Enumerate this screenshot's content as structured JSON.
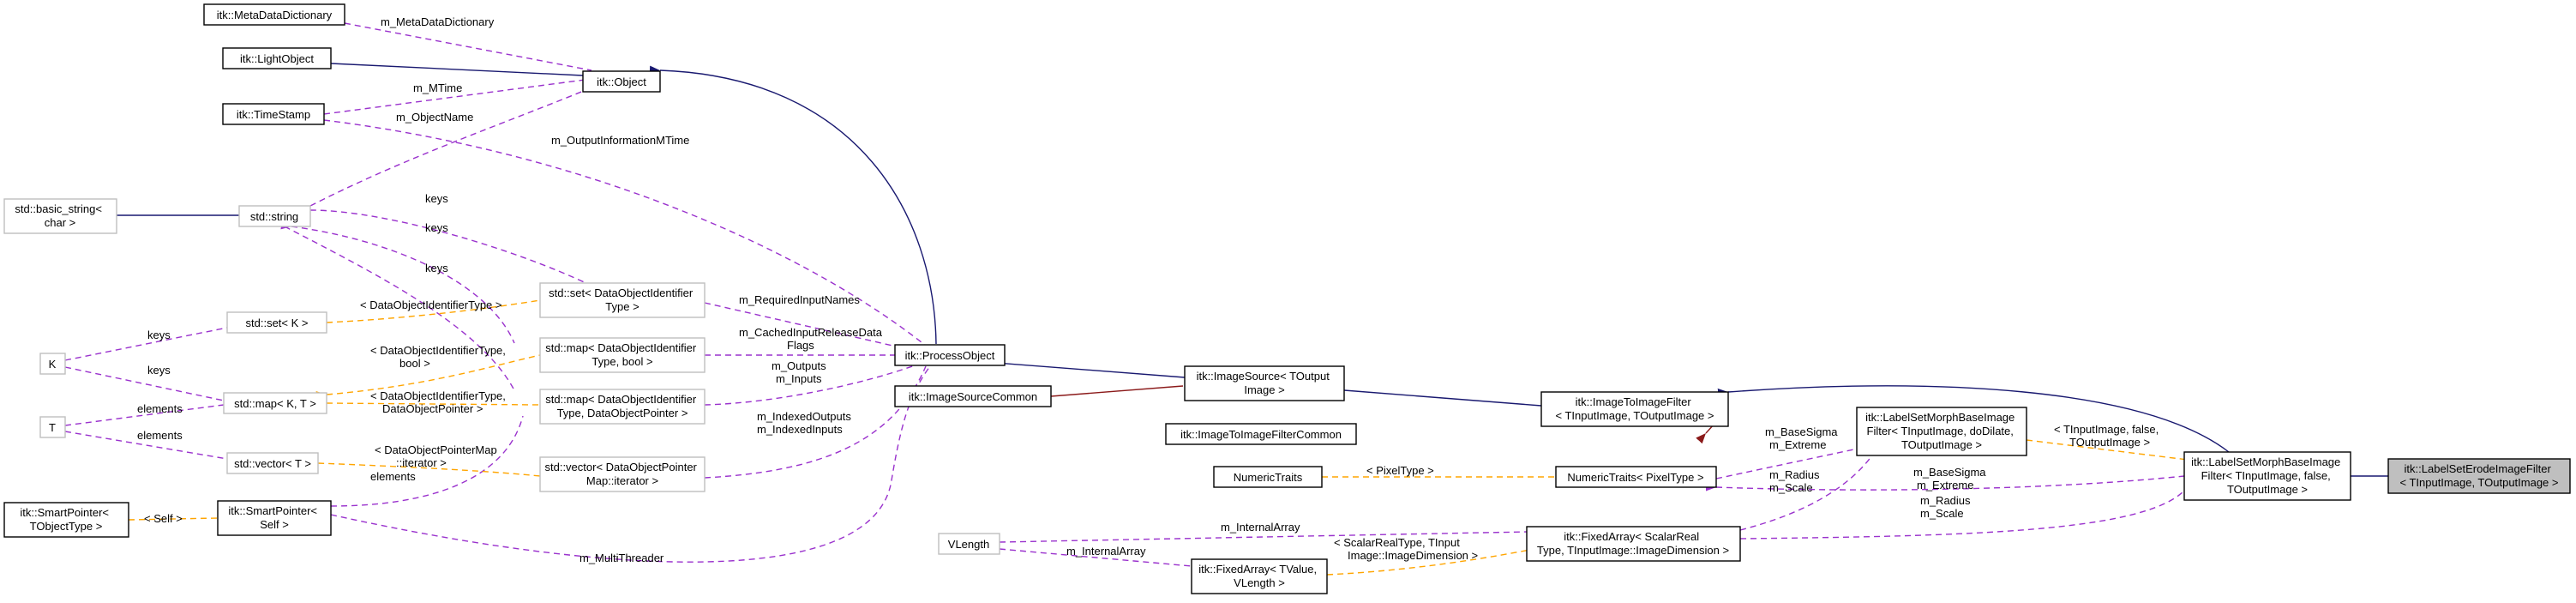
{
  "nodes": {
    "metadatadictionary": "itk::MetaDataDictionary",
    "lightobject": "itk::LightObject",
    "timestamp": "itk::TimeStamp",
    "object": "itk::Object",
    "basic_string": [
      "std::basic_string<",
      "char >"
    ],
    "string": "std::string",
    "set_k": "std::set< K >",
    "k": "K",
    "map_kt": "std::map< K, T >",
    "t": "T",
    "vector_t": "std::vector< T >",
    "smartpointer_t": [
      "itk::SmartPointer<",
      "TObjectType >"
    ],
    "smartpointer_self": [
      "itk::SmartPointer<",
      "Self >"
    ],
    "set_doid": [
      "std::set< DataObjectIdentifier",
      "Type >"
    ],
    "map_doid_bool": [
      "std::map< DataObjectIdentifier",
      "Type, bool >"
    ],
    "map_doid_ptr": [
      "std::map< DataObjectIdentifier",
      "Type, DataObjectPointer >"
    ],
    "vector_doptr": [
      "std::vector< DataObjectPointer",
      "Map::iterator >"
    ],
    "processobject": "itk::ProcessObject",
    "imagesourcecommon": "itk::ImageSourceCommon",
    "imagesource": [
      "itk::ImageSource< TOutput",
      "Image >"
    ],
    "imagetoimagefiltercommon": "itk::ImageToImageFilterCommon",
    "imagetoimagefilter": [
      "itk::ImageToImageFilter",
      "< TInputImage, TOutputImage >"
    ],
    "numerictraits": "NumericTraits",
    "numerictraits_pixel": "NumericTraits< PixelType >",
    "vlength": "VLength",
    "fixedarray_tv": [
      "itk::FixedArray< TValue,",
      "VLength >"
    ],
    "fixedarray_scalar": [
      "itk::FixedArray< ScalarReal",
      "Type, TInputImage::ImageDimension >"
    ],
    "morphbase_dodilate": [
      "itk::LabelSetMorphBaseImage",
      "Filter< TInputImage, doDilate,",
      "TOutputImage >"
    ],
    "morphbase_false": [
      "itk::LabelSetMorphBaseImage",
      "Filter< TInputImage, false,",
      "TOutputImage >"
    ],
    "erode": [
      "itk::LabelSetErodeImageFilter",
      "< TInputImage, TOutputImage >"
    ]
  },
  "edge_labels": {
    "m_metadatadictionary": "m_MetaDataDictionary",
    "m_mtime": "m_MTime",
    "m_objectname": "m_ObjectName",
    "m_outputinformationmtime": "m_OutputInformationMTime",
    "keys_set_doid": "keys",
    "keys_map_bool": "keys",
    "keys_map_ptr": "keys",
    "keys_set_k": "keys",
    "keys_map_kt": "keys",
    "elements_map": "elements",
    "elements_vector": "elements",
    "elements_smart": "elements",
    "tpl_doid_type": "< DataObjectIdentifierType >",
    "tpl_doid_bool": [
      "< DataObjectIdentifierType,",
      "bool >"
    ],
    "tpl_doid_ptr": [
      "< DataObjectIdentifierType,",
      "DataObjectPointer >"
    ],
    "tpl_doptr_map": [
      "< DataObjectPointerMap",
      "::iterator >"
    ],
    "tpl_self": "< Self >",
    "m_requiredinputnames": "m_RequiredInputNames",
    "m_cached": [
      "m_CachedInputReleaseData",
      "Flags"
    ],
    "m_outputs_inputs": [
      "m_Outputs",
      "m_Inputs"
    ],
    "m_indexed": [
      "m_IndexedOutputs",
      "m_IndexedInputs"
    ],
    "m_multithreader": "m_MultiThreader",
    "m_basesigma_extreme_1": [
      "m_BaseSigma",
      "m_Extreme"
    ],
    "m_radius_scale_1": [
      "m_Radius",
      "m_Scale"
    ],
    "m_basesigma_extreme_2": [
      "m_BaseSigma",
      "m_Extreme"
    ],
    "m_radius_scale_2": [
      "m_Radius",
      "m_Scale"
    ],
    "tpl_pixeltype": "< PixelType >",
    "m_internalarray_1": "m_InternalArray",
    "m_internalarray_2": "m_InternalArray",
    "tpl_scalar": [
      "< ScalarRealType, TInput",
      "Image::ImageDimension >"
    ],
    "tpl_false": [
      "< TInputImage, false,",
      "TOutputImage >"
    ]
  },
  "colors": {
    "inheritance": "#191970",
    "usage": "#9a32cd",
    "template": "#ffa500",
    "private": "#8b1a1a",
    "focus_fill": "#bfbfbf",
    "grey_border": "#bfbfbf"
  }
}
